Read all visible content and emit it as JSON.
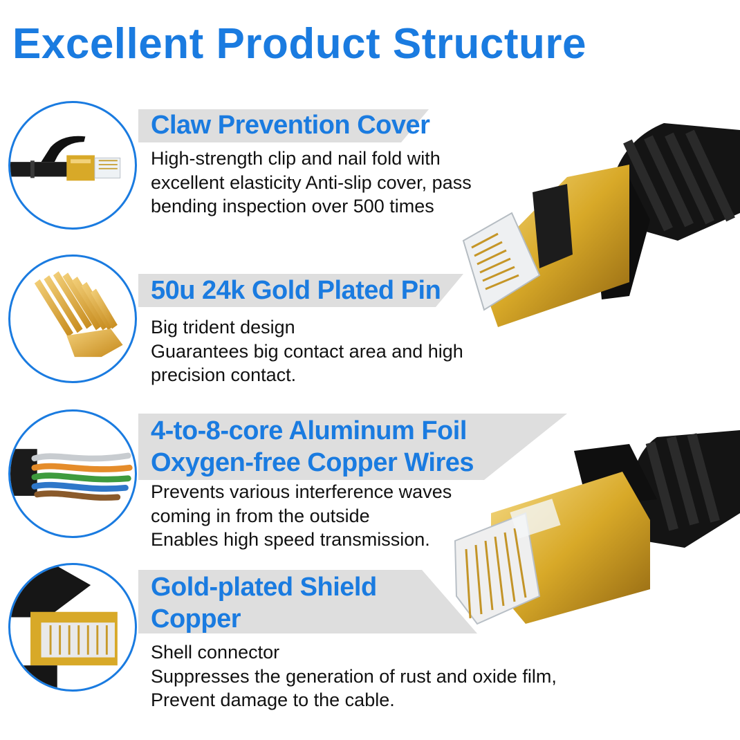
{
  "title": "Excellent Product Structure",
  "colors": {
    "accent": "#1a7be0",
    "banner": "#dedede",
    "gold": "#d8a928",
    "text": "#111111"
  },
  "features": [
    {
      "icon": "cable-clip-icon",
      "heading": [
        "Claw Prevention Cover"
      ],
      "lines": [
        "High-strength clip and nail fold with",
        "excellent elasticity Anti-slip cover, pass",
        "bending inspection over 500 times"
      ]
    },
    {
      "icon": "gold-pin-icon",
      "heading": [
        "50u 24k Gold Plated Pin"
      ],
      "lines": [
        "Big trident design",
        "Guarantees big contact area and high",
        "precision contact."
      ]
    },
    {
      "icon": "copper-wires-icon",
      "heading": [
        "4-to-8-core Aluminum Foil",
        "Oxygen-free Copper Wires"
      ],
      "lines": [
        "Prevents various interference waves",
        "coming in from the outside",
        "Enables high speed transmission."
      ]
    },
    {
      "icon": "shield-connector-icon",
      "heading": [
        "Gold-plated Shield",
        "Copper"
      ],
      "lines": [
        "Shell connector",
        "Suppresses the generation of rust and oxide film,",
        "Prevent damage to the cable."
      ]
    }
  ]
}
